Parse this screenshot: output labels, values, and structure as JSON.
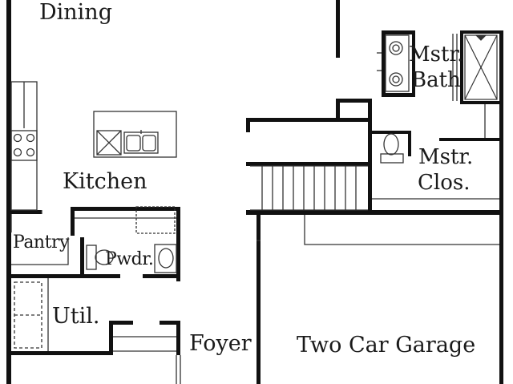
{
  "rooms": {
    "dining": "Dining",
    "kitchen": "Kitchen",
    "pantry": "Pantry",
    "powder": "Pwdr.",
    "utility": "Util.",
    "foyer": "Foyer",
    "garage": "Two Car Garage",
    "master_bath": {
      "line1": "Mstr.",
      "line2": "Bath"
    },
    "master_closet": {
      "line1": "Mstr.",
      "line2": "Clos."
    }
  },
  "colors": {
    "wall": "#111111",
    "line": "#333333",
    "background": "#ffffff"
  }
}
